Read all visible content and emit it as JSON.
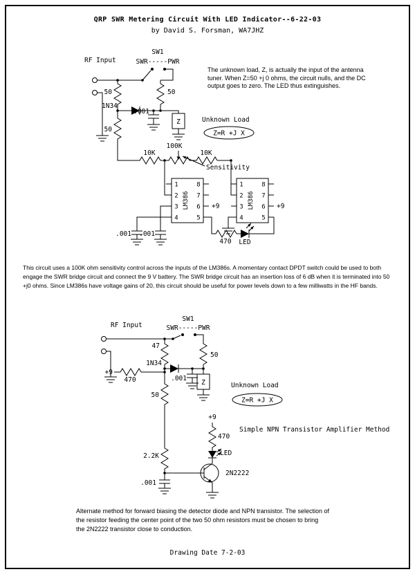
{
  "page": {
    "title": "QRP SWR Metering Circuit With LED Indicator--6-22-03",
    "byline": "by David S. Forsman, WA7JHZ",
    "drawing_date": "Drawing Date 7-2-03"
  },
  "notes": {
    "load_note_lines": [
      "The unknown load, Z, is actually the input of the antenna",
      "tuner. When Z=50 +j 0 ohms, the circuit nulls, and the DC",
      "output goes to zero. The LED thus extinguishes."
    ],
    "main_note_lines": [
      "This circuit uses a 100K ohm sensitivity control across the inputs of the LM386s. A momentary contact DPDT switch could be used to both",
      "engage the SWR bridge circuit and connect the 9 V battery. The SWR bridge circuit has an insertion loss of 6 dB when it is terminated into 50",
      "+j0 ohms. Since LM386s have voltage gains of 20, this circuit should be useful for power levels down to a few milliwatts in the HF bands."
    ],
    "alt_note_lines": [
      "Alternate method for forward biasing the detector diode and NPN transistor. The selection of",
      "the resistor feeding the center point of the two 50 ohm resistors must be chosen to bring",
      "the 2N2222 transistor close to conduction."
    ]
  },
  "ic": {
    "name": "LM386",
    "pins_left": [
      "1",
      "2",
      "3",
      "4"
    ],
    "pins_right": [
      "8",
      "7",
      "6",
      "5"
    ]
  },
  "circuit1": {
    "rf_input": "RF Input",
    "sw_name": "SW1",
    "sw_positions": "SWR-----PWR",
    "r_left_top": "50",
    "r_right_top": "50",
    "r_left_bottom": "50",
    "diode": "1N34",
    "cap_detector": ".001",
    "z_box": "Z",
    "unknown_load": "Unknown Load",
    "z_formula": "Z=R +J X",
    "r_in_left": "10K",
    "pot": "100K",
    "r_in_right": "10K",
    "sensitivity": "Sensitivity",
    "supply_left": "+9",
    "supply_right": "+9",
    "cap_left": ".001",
    "cap_right": ".001",
    "r_led": "470",
    "led": "LED"
  },
  "circuit2": {
    "rf_input": "RF Input",
    "sw_name": "SW1",
    "sw_positions": "SWR-----PWR",
    "r_series": "47",
    "r_right": "50",
    "diode": "1N34",
    "supply_bias": "+9",
    "r_bias": "470",
    "r_bottom": "50",
    "cap_detector": ".001",
    "z_box": "Z",
    "unknown_load": "Unknown Load",
    "z_formula": "Z=R +J X",
    "supply_amp": "+9",
    "r_led": "470",
    "led": "LED",
    "method_label": "Simple NPN Transistor Amplifier Method",
    "r_base": "2.2K",
    "transistor": "2N2222",
    "cap_base": ".001"
  }
}
